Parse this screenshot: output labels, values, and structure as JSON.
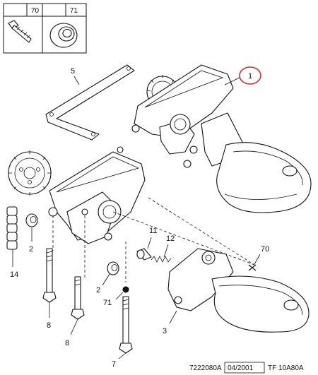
{
  "callouts": {
    "p70_top": "70",
    "p71_top": "71",
    "p5": "5",
    "p1": "1",
    "p2_left": "2",
    "p14": "14",
    "p2_mid": "2",
    "p71_mid": "71",
    "p8_left": "8",
    "p8_mid": "8",
    "p7": "7",
    "p11": "11",
    "p12": "12",
    "p70_right": "70",
    "p3": "3"
  },
  "footer": {
    "ref_number": "7222080A",
    "date": "04/2001",
    "model": "TF 10A80A"
  },
  "colors": {
    "line": "#111111",
    "highlight_circle": "#d0302f",
    "background": "#ffffff"
  }
}
